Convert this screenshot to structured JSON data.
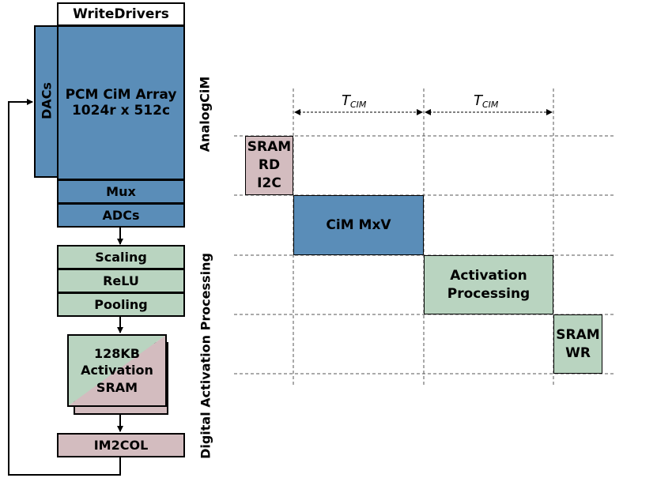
{
  "left_blocks": {
    "write_drivers": "WriteDrivers",
    "dacs": "DACs",
    "cim_array": "PCM CiM Array\n1024r x 512c",
    "mux": "Mux",
    "adcs": "ADCs",
    "scaling": "Scaling",
    "relu": "ReLU",
    "pooling": "Pooling",
    "sram": "128KB\nActivation\nSRAM",
    "im2col": "IM2COL"
  },
  "side_labels": {
    "analog": "AnalogCiM",
    "digital": "Digital Activation Processing"
  },
  "timing": {
    "t_main": "T",
    "t_sub": "CIM",
    "tasks": {
      "sram_rd": "SRAM\nRD\nI2C",
      "cim_mxv": "CiM MxV",
      "activation": "Activation\nProcessing",
      "sram_wr": "SRAM\nWR"
    }
  },
  "colors": {
    "analog_blue": "#5a8db8",
    "digital_green": "#b9d4c0",
    "sram_pink": "#d3bcbf"
  }
}
